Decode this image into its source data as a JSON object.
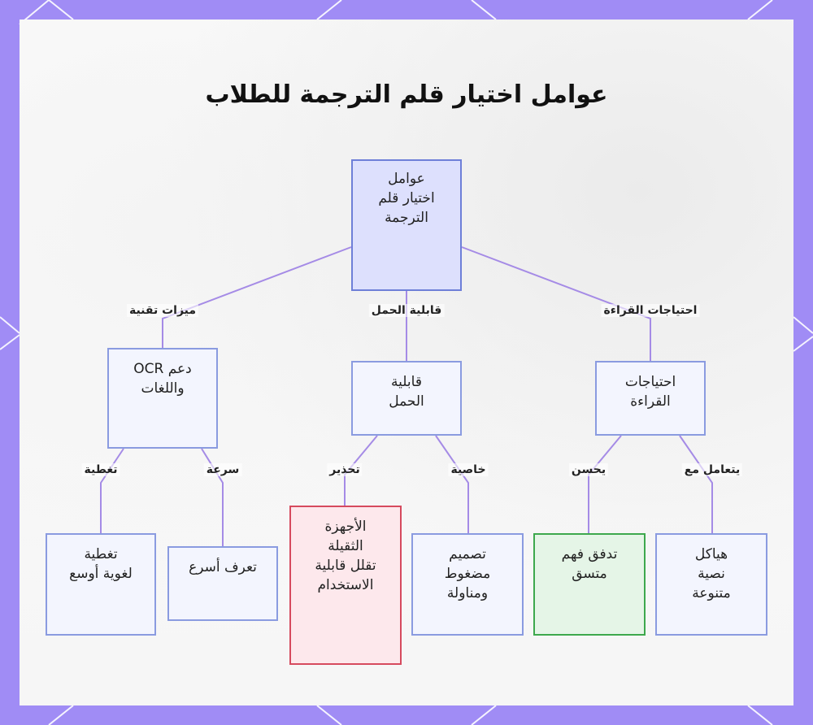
{
  "title": "عوامل اختيار قلم الترجمة للطلاب",
  "nodes": {
    "root": "عوامل\nاختيار قلم\nالترجمة",
    "ocr": "دعم OCR\nواللغات",
    "portability": "قابلية\nالحمل",
    "reading": "احتياجات\nالقراءة",
    "coverage": "تغطية\nلغوية أوسع",
    "speed": "تعرف أسرع",
    "heavy": "الأجهزة\nالثقيلة\nتقلل قابلية\nالاستخدام",
    "compact": "تصميم\nمضغوط\nومناولة",
    "flow": "تدفق فهم\nمتسق",
    "structures": "هياكل\nنصية\nمتنوعة"
  },
  "edges": {
    "tech": "ميزات تقنية",
    "portability": "قابلية الحمل",
    "reading": "احتياجات القراءة",
    "coverage": "تغطية",
    "speed": "سرعة",
    "warning": "تحذير",
    "feature": "خاصية",
    "improves": "يحسن",
    "handles": "يتعامل مع"
  },
  "colors": {
    "frame": "#a08cf5",
    "edge": "#a58be6",
    "node_border": "#8a9be0",
    "warn_border": "#d64a5e",
    "good_border": "#3da84d"
  }
}
